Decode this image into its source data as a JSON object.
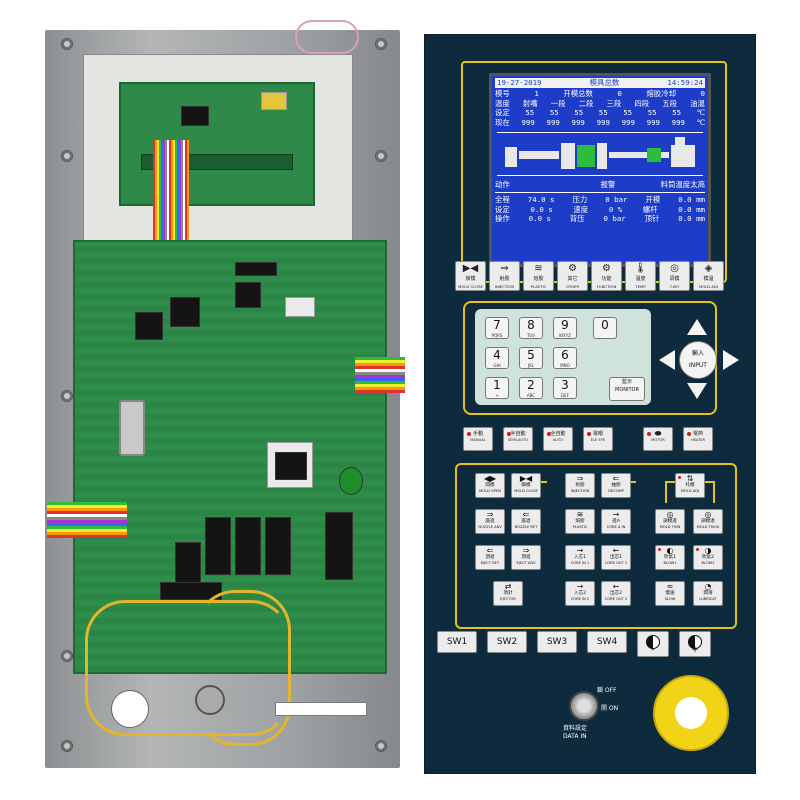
{
  "lcd": {
    "date": "19-27-2019",
    "title": "模具总数",
    "time": "14:59:24",
    "row1": [
      "模号",
      "1",
      "开模总数",
      "0",
      "熔胶冷却",
      "0"
    ],
    "row2": [
      "温度",
      "射嘴",
      "一段",
      "二段",
      "三段",
      "四段",
      "五段",
      "油温"
    ],
    "row3": [
      "设定",
      "55",
      "55",
      "55",
      "55",
      "55",
      "55",
      "55",
      "℃"
    ],
    "row4": [
      "现在",
      "999",
      "999",
      "999",
      "999",
      "999",
      "999",
      "999",
      "℃"
    ],
    "row5": [
      "动作",
      "",
      "报警",
      "料筒温度太高"
    ],
    "row6": [
      "全程",
      "74.0 s",
      "压力",
      "0 bar",
      "开模",
      "0.0 mm"
    ],
    "row7": [
      "设定",
      "0.0 s",
      "速度",
      "0 %",
      "螺杆",
      "0.0 mm"
    ],
    "row8": [
      "操作",
      "0.0 s",
      "背压",
      "0 bar",
      "顶针",
      "0.0 mm"
    ]
  },
  "function_keys": [
    {
      "cn": "锁模",
      "en": "MOLD CLOSE",
      "icon": "mold-close-icon",
      "glyph": "▶◀"
    },
    {
      "cn": "射胶",
      "en": "INJECTION",
      "icon": "injection-icon",
      "glyph": "⇒"
    },
    {
      "cn": "熔胶",
      "en": "PLASTIC",
      "icon": "plastic-icon",
      "glyph": "≋"
    },
    {
      "cn": "其它",
      "en": "OTHER",
      "icon": "other-icon",
      "glyph": "⚙"
    },
    {
      "cn": "功能",
      "en": "FUNCTION",
      "icon": "function-icon",
      "glyph": "⚙"
    },
    {
      "cn": "温度",
      "en": "TEMP",
      "icon": "temp-icon",
      "glyph": "🌡"
    },
    {
      "cn": "调模",
      "en": "T-MO",
      "icon": "mold-adjust-icon",
      "glyph": "◎"
    },
    {
      "cn": "模温",
      "en": "MOLD ADJ",
      "icon": "mold-temp-icon",
      "glyph": "◈"
    }
  ],
  "numpad": {
    "keys": [
      {
        "d": "7",
        "s": "PQRS"
      },
      {
        "d": "8",
        "s": "TUV"
      },
      {
        "d": "9",
        "s": "WXYZ"
      },
      {
        "d": "0",
        "s": ""
      },
      {
        "d": "4",
        "s": "GHI"
      },
      {
        "d": "5",
        "s": "JKL"
      },
      {
        "d": "6",
        "s": "MNO"
      },
      {
        "d": "1",
        "s": "+"
      },
      {
        "d": "2",
        "s": "ABC"
      },
      {
        "d": "3",
        "s": "DEF"
      }
    ],
    "monitor_cn": "監示",
    "monitor_en": "MONITOR",
    "enter_cn": "輸入",
    "enter_en": "INPUT"
  },
  "mode_keys": [
    {
      "cn": "手動",
      "en": "MANUAL"
    },
    {
      "cn": "半自動",
      "en": "SEMI-AUTO"
    },
    {
      "cn": "全自動",
      "en": "AUTO"
    },
    {
      "cn": "電眼",
      "en": "ELE EYE"
    },
    {
      "cn": "",
      "en": "MOTOR"
    },
    {
      "cn": "電熱",
      "en": "HEATER"
    }
  ],
  "action_keys": [
    {
      "cn": "開模",
      "en": "MOLD OPEN",
      "glyph": "◀▶"
    },
    {
      "cn": "鎖模",
      "en": "MOLD CLOSE",
      "glyph": "▶◀"
    },
    {
      "cn": "射膠",
      "en": "INJECTION",
      "glyph": "⇒"
    },
    {
      "cn": "抽膠",
      "en": "DECOMP",
      "glyph": "⇐"
    },
    {
      "cn": "托模",
      "en": "MOLD ADJ",
      "glyph": "⇅"
    },
    {
      "cn": "座進",
      "en": "NOZZLE ADV",
      "glyph": "⇒"
    },
    {
      "cn": "座退",
      "en": "NOZZLE RET",
      "glyph": "⇐"
    },
    {
      "cn": "熔膠",
      "en": "PLASTIC",
      "glyph": "≋"
    },
    {
      "cn": "進A",
      "en": "CORE A IN",
      "glyph": "→"
    },
    {
      "cn": "調模進",
      "en": "MOLD THIN",
      "glyph": "◎"
    },
    {
      "cn": "調模退",
      "en": "MOLD THICK",
      "glyph": "◎"
    },
    {
      "cn": "頂退",
      "en": "EJECT RET",
      "glyph": "⇐"
    },
    {
      "cn": "頂進",
      "en": "EJECT ADV",
      "glyph": "⇒"
    },
    {
      "cn": "入芯1",
      "en": "CORE IN 1",
      "glyph": "→"
    },
    {
      "cn": "出芯1",
      "en": "CORE OUT 1",
      "glyph": "←"
    },
    {
      "cn": "吹氣1",
      "en": "BLOW1",
      "glyph": "◐"
    },
    {
      "cn": "吹氣2",
      "en": "BLOW2",
      "glyph": "◑"
    },
    {
      "cn": "頂針",
      "en": "EJECTOR",
      "glyph": "⇄"
    },
    {
      "cn": "入芯2",
      "en": "CORE IN 2",
      "glyph": "→"
    },
    {
      "cn": "出芯2",
      "en": "CORE OUT 2",
      "glyph": "←"
    },
    {
      "cn": "慢速",
      "en": "SLOW",
      "glyph": "≈"
    },
    {
      "cn": "潤滑",
      "en": "LUBRICAT",
      "glyph": "◔"
    }
  ],
  "sw_keys": [
    "SW1",
    "SW2",
    "SW3",
    "SW4"
  ],
  "adjust_keys": [
    "-",
    "+"
  ],
  "keyswitch": {
    "off": "鎖 OFF",
    "on": "開 ON",
    "label_cn": "資料設定",
    "label_en": "DATA IN"
  },
  "colors": {
    "panel": "#0e2b3d",
    "lcd": "#1d3dc9",
    "accent": "#e6c21b",
    "estop": "#f1d318"
  }
}
